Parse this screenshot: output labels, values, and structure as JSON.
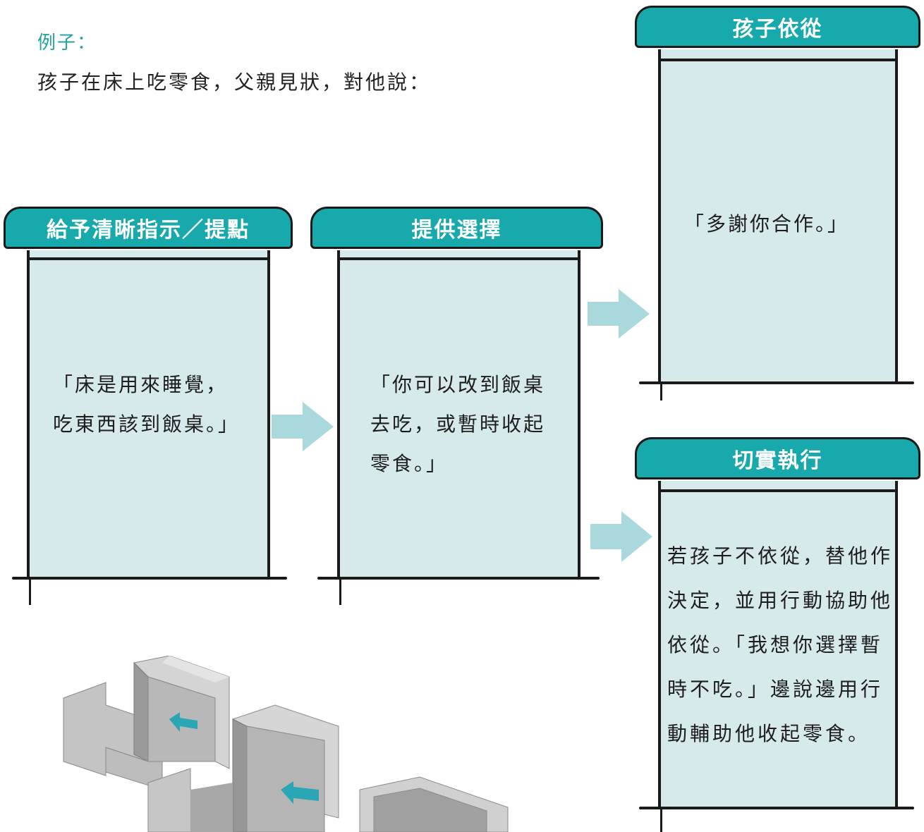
{
  "example": {
    "label": "例子：",
    "intro": "孩子在床上吃零食，父親見狀，對他說："
  },
  "steps": [
    {
      "title": "給予清晰指示／提點",
      "body": "「床是用來睡覺，吃東西該到飯桌。」"
    },
    {
      "title": "提供選擇",
      "body": "「你可以改到飯桌去吃，或暫時收起零食。」"
    },
    {
      "title": "孩子依從",
      "body": "「多謝你合作。」"
    },
    {
      "title": "切實執行",
      "body": "若孩子不依從，替他作決定，並用行動協助他依從。「我想你選擇暫時不吃。」邊說邊用行動輔助他收起零食。"
    }
  ],
  "colors": {
    "tab": "#17a9ab",
    "panel": "#d6e9eb",
    "arrow": "#a9d9dc",
    "accent_text": "#21a3a3"
  }
}
